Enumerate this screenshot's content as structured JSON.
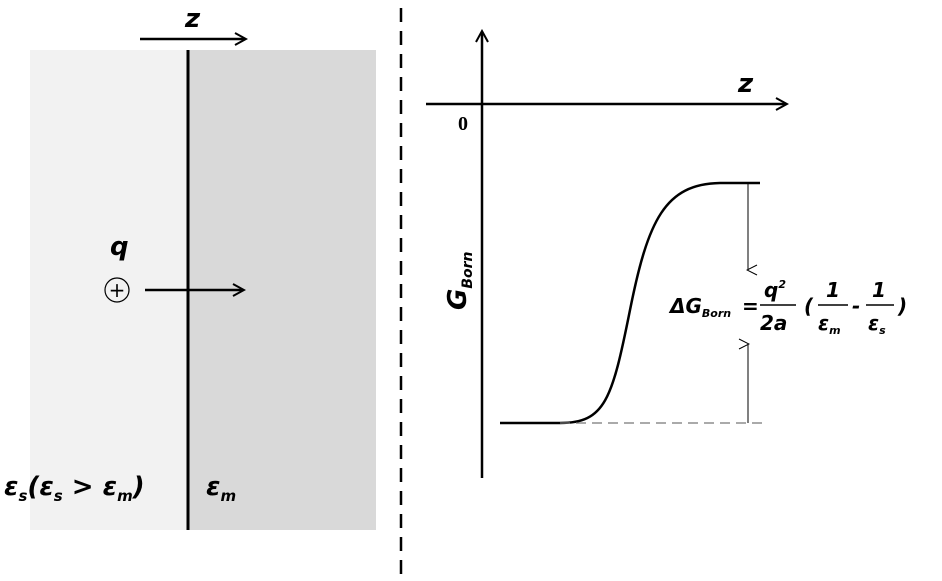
{
  "left_panel": {
    "axis_label": "z",
    "charge_label": "q",
    "charge_symbol": "+",
    "solvent_symbol": "ε",
    "solvent_sub": "s",
    "condition_open": "(",
    "condition_lhs_symbol": "ε",
    "condition_lhs_sub": "s",
    "condition_op": " > ",
    "condition_rhs_symbol": "ε",
    "condition_rhs_sub": "m",
    "condition_close": ")",
    "membrane_symbol": "ε",
    "membrane_sub": "m",
    "colors": {
      "solvent_fill": "#f2f2f2",
      "membrane_fill": "#d9d9d9"
    }
  },
  "right_panel": {
    "z_axis_label": "z",
    "origin_label": "0",
    "y_axis_symbol": "G",
    "y_axis_sub": "Born",
    "formula": {
      "lhs_symbol": "ΔG",
      "lhs_sub": "Born",
      "equals": "=",
      "num_q": "q",
      "num_exp": "2",
      "den": "2a",
      "open": "(",
      "frac1_num": "1",
      "frac1_den_symbol": "ε",
      "frac1_den_sub": "m",
      "minus": "-",
      "frac2_num": "1",
      "frac2_den_symbol": "ε",
      "frac2_den_sub": "s",
      "close": ")"
    }
  }
}
